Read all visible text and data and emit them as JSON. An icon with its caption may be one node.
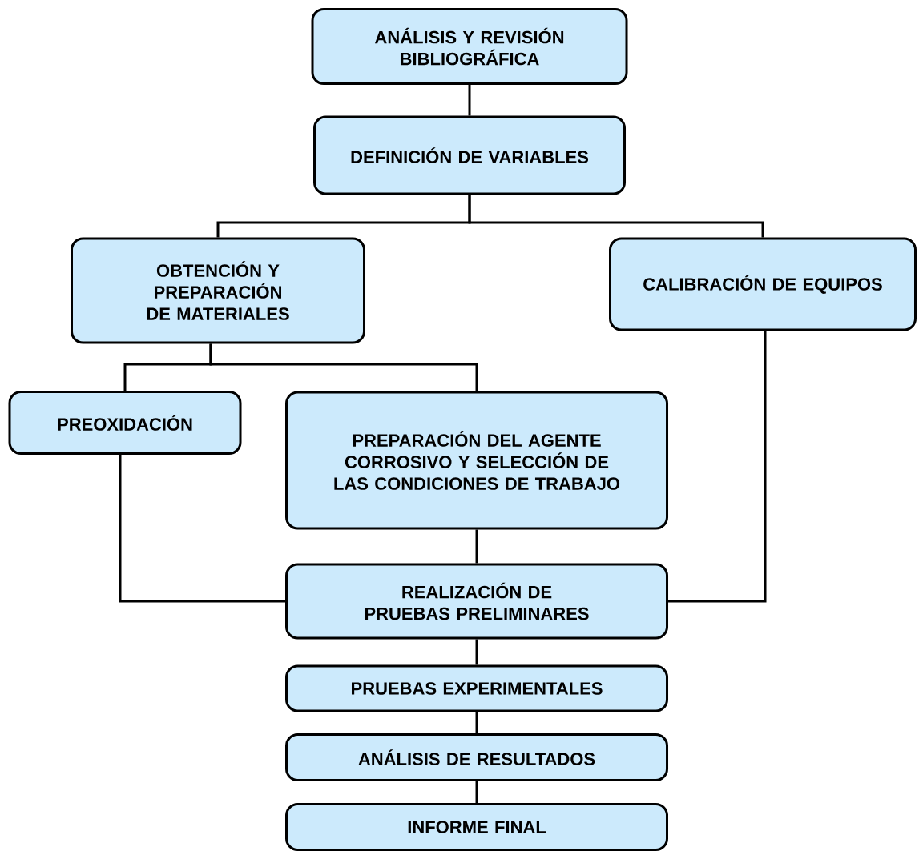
{
  "diagram": {
    "nodes": [
      {
        "text": [
          "ANÁLISIS Y REVISIÓN BIBLIOGRÁFICA"
        ]
      },
      {
        "text": [
          "DEFINICIÓN DE VARIABLES"
        ]
      },
      {
        "text": [
          "OBTENCIÓN Y PREPARACIÓN DE MATERIALES"
        ]
      },
      {
        "text": [
          "CALIBRACIÓN DE EQUIPOS"
        ]
      },
      {
        "text": [
          "PREOXIDACIÓN"
        ]
      },
      {
        "text": [
          "PREPARACIÓN DEL AGENTE CORROSIVO Y SELECCIÓN DE LAS CONDICIONES DE TRABAJO"
        ]
      },
      {
        "text": [
          "REALIZACIÓN DE PRUEBAS PRELIMINARES"
        ]
      },
      {
        "text": [
          "PRUEBAS EXPERIMENTALES"
        ]
      },
      {
        "text": [
          "ANÁLISIS DE RESULTADOS"
        ]
      },
      {
        "text": [
          "INFORME FINAL"
        ]
      }
    ],
    "edges": [
      {
        "from": 0,
        "to": 1,
        "arrow": "none"
      },
      {
        "from": 1,
        "to": 2,
        "arrow": "none"
      },
      {
        "from": 1,
        "to": 3,
        "arrow": "none"
      },
      {
        "from": 2,
        "to": 4,
        "arrow": "none"
      },
      {
        "from": 2,
        "to": 5,
        "arrow": "none"
      },
      {
        "from": 4,
        "to": 6,
        "arrow": "none"
      },
      {
        "from": 5,
        "to": 6,
        "arrow": "none"
      },
      {
        "from": 3,
        "to": 6,
        "arrow": "none"
      },
      {
        "from": 6,
        "to": 7,
        "arrow": "none"
      },
      {
        "from": 7,
        "to": 8,
        "arrow": "none"
      },
      {
        "from": 8,
        "to": 9,
        "arrow": "none"
      }
    ]
  }
}
